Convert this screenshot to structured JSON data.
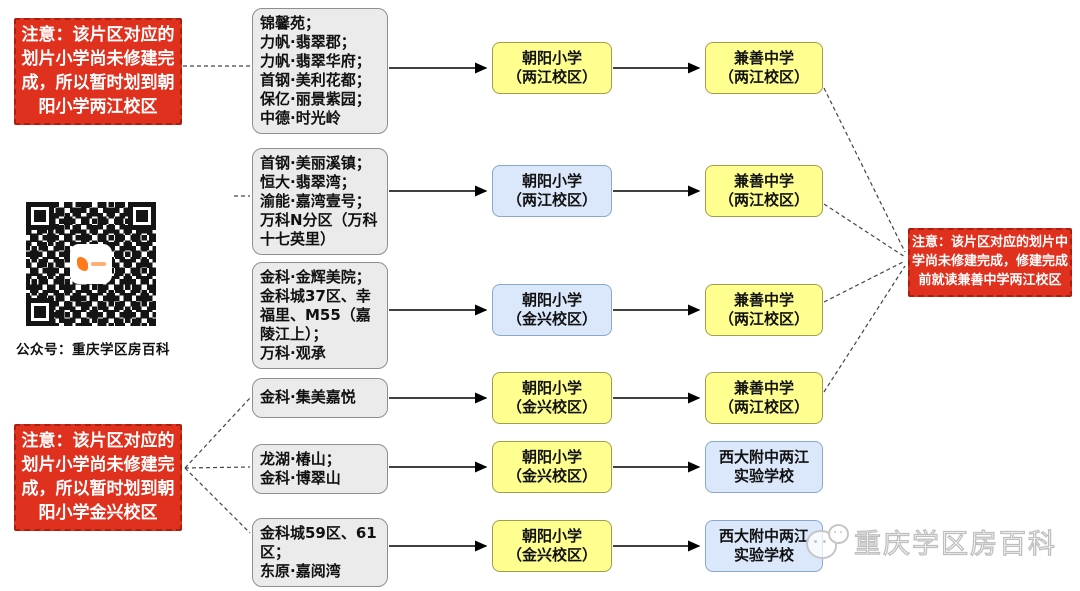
{
  "notes": {
    "top_left": "注意：该片区对应的划片小学尚未修建完成，所以暂时划到朝阳小学两江校区",
    "bottom_left": "注意：该片区对应的划片小学尚未修建完成，所以暂时划到朝阳小学金兴校区",
    "right": "注意：该片区对应的划片中学尚未修建完成，修建完成前就读兼善中学两江校区"
  },
  "rows": [
    {
      "communities": [
        "锦馨苑；",
        "力帆·翡翠郡；",
        "力帆·翡翠华府；",
        "首钢·美利花都；",
        "保亿·丽景紫园；",
        "中德·时光岭"
      ],
      "primary": "朝阳小学\n（两江校区）",
      "primary_style": "yellow",
      "secondary": "兼善中学\n（两江校区）",
      "secondary_style": "yellow"
    },
    {
      "communities": [
        "首钢·美丽溪镇；",
        "恒大·翡翠湾；",
        "渝能·嘉湾壹号；",
        "万科N分区（万科十七英里）"
      ],
      "primary": "朝阳小学\n（两江校区）",
      "primary_style": "blue",
      "secondary": "兼善中学\n（两江校区）",
      "secondary_style": "yellow"
    },
    {
      "communities": [
        "金科·金辉美院；",
        "金科城37区、幸福里、M55（嘉陵江上）；",
        "万科·观承"
      ],
      "primary": "朝阳小学\n（金兴校区）",
      "primary_style": "blue",
      "secondary": "兼善中学\n（两江校区）",
      "secondary_style": "yellow"
    },
    {
      "communities": [
        "金科·集美嘉悦"
      ],
      "primary": "朝阳小学\n（金兴校区）",
      "primary_style": "yellow",
      "secondary": "兼善中学\n（两江校区）",
      "secondary_style": "yellow"
    },
    {
      "communities": [
        "龙湖·椿山；",
        "金科·博翠山"
      ],
      "primary": "朝阳小学\n（金兴校区）",
      "primary_style": "yellow",
      "secondary": "西大附中两江\n实验学校",
      "secondary_style": "blue"
    },
    {
      "communities": [
        "金科城59区、61区；",
        "东原·嘉阅湾"
      ],
      "primary": "朝阳小学\n（金兴校区）",
      "primary_style": "yellow",
      "secondary": "西大附中两江\n实验学校",
      "secondary_style": "blue"
    }
  ],
  "qr": {
    "caption": "公众号：重庆学区房百科"
  },
  "watermark": {
    "text": "重庆学区房百科",
    "icon": "wechat-chat-icon"
  },
  "palette": {
    "red": "#e0301e",
    "red_border": "#aa2010",
    "yellow": "#feff8f",
    "yellow_border": "#9f9f4a",
    "blue": "#dbe8fc",
    "blue_border": "#8aa7cc",
    "gray": "#ebebeb",
    "gray_border": "#8f8f8f",
    "arrow": "#000000",
    "dashed_line": "#444444",
    "qr_logo_orange": "#ff7a1a",
    "watermark_gray": "#bfbfbf"
  }
}
